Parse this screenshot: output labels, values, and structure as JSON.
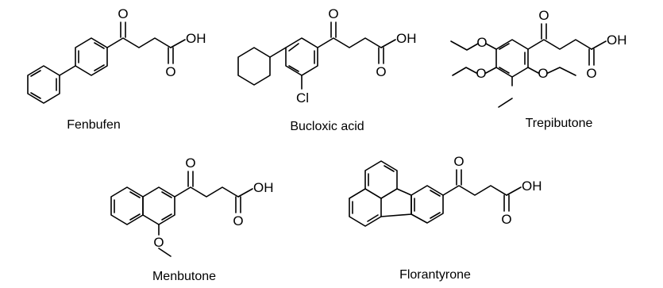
{
  "compounds": [
    {
      "name": "Fenbufen",
      "atoms": {
        "o_ketone": "O",
        "oh": "OH",
        "o_acid": "O"
      }
    },
    {
      "name": "Bucloxic acid",
      "atoms": {
        "o_ketone": "O",
        "oh": "OH",
        "o_acid": "O",
        "cl": "Cl"
      }
    },
    {
      "name": "Trepibutone",
      "atoms": {
        "o_ketone": "O",
        "oh": "OH",
        "o_acid": "O",
        "o_ether1": "O",
        "o_ether2": "O",
        "o_ether3": "O"
      }
    },
    {
      "name": "Menbutone",
      "atoms": {
        "o_ketone": "O",
        "oh": "OH",
        "o_acid": "O",
        "o_methoxy": "O"
      }
    },
    {
      "name": "Florantyrone",
      "atoms": {
        "o_ketone": "O",
        "oh": "OH",
        "o_acid": "O"
      }
    }
  ]
}
